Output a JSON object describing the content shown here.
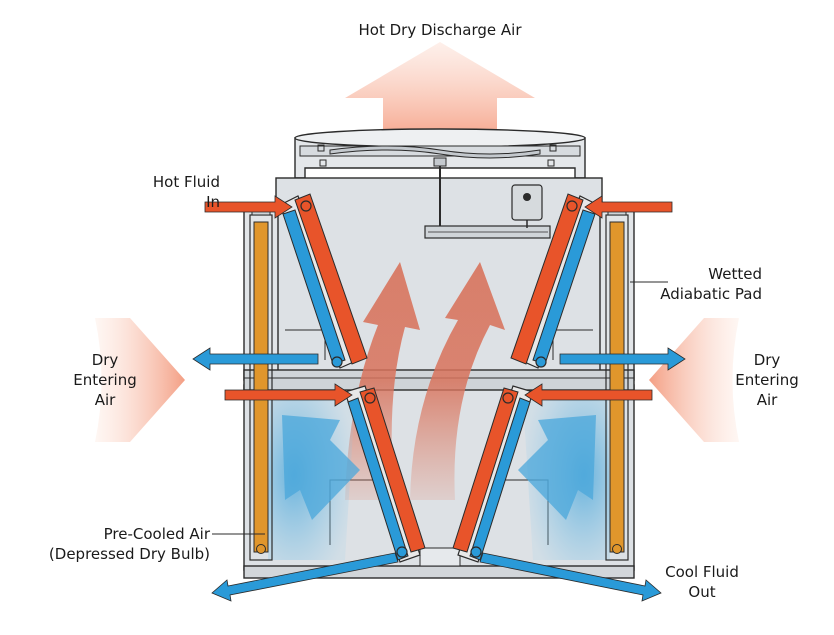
{
  "labels": {
    "discharge": "Hot Dry Discharge Air",
    "hot_fluid_line1": "Hot Fluid",
    "hot_fluid_line2": "In",
    "wetted_line1": "Wetted",
    "wetted_line2": "Adiabatic Pad",
    "dry_left_line1": "Dry",
    "dry_left_line2": "Entering",
    "dry_left_line3": "Air",
    "dry_right_line1": "Dry",
    "dry_right_line2": "Entering",
    "dry_right_line3": "Air",
    "precooled_line1": "Pre-Cooled Air",
    "precooled_line2": "(Depressed Dry Bulb)",
    "cool_fluid_line1": "Cool Fluid",
    "cool_fluid_line2": "Out"
  },
  "colors": {
    "hot_fluid": "#e8542a",
    "cool_fluid": "#2a9ad8",
    "pad": "#e0962c",
    "housing": "#dfe3e7",
    "housing_dark": "#c9ced3",
    "outline": "#2b2b2b",
    "hot_air": "#f4a088",
    "cool_air": "#5fb4e0"
  }
}
